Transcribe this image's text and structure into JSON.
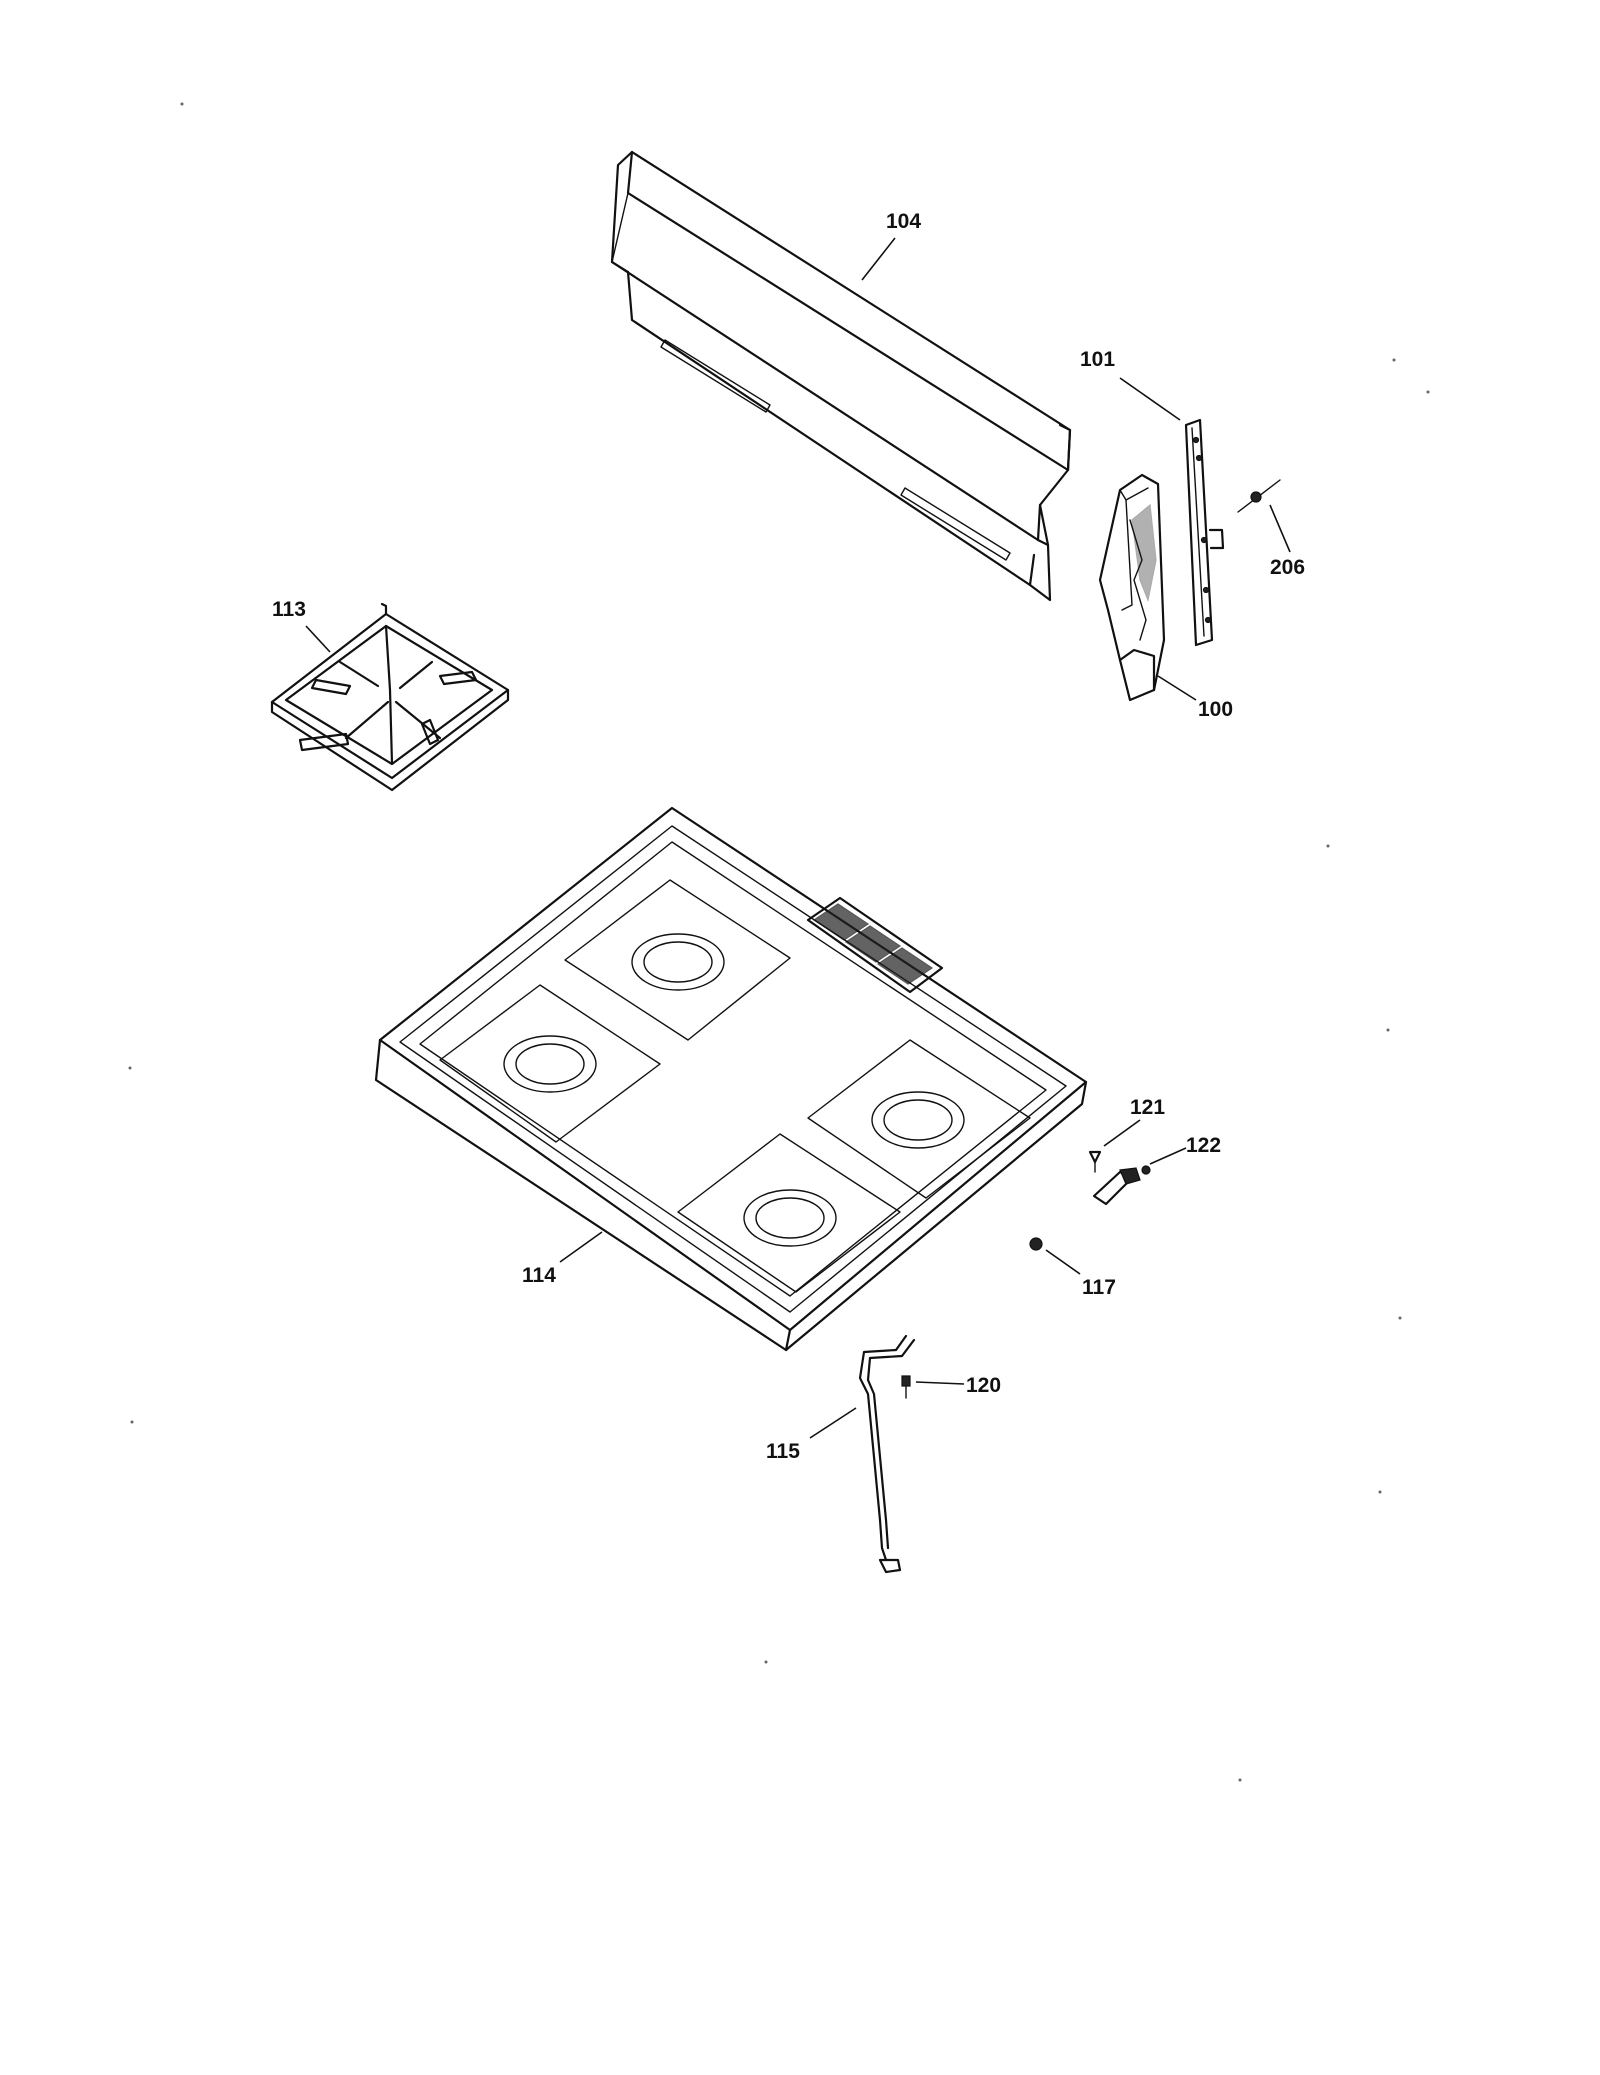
{
  "callouts": {
    "p104": "104",
    "p101": "101",
    "p206": "206",
    "p113": "113",
    "p100": "100",
    "p121": "121",
    "p122": "122",
    "p114": "114",
    "p117": "117",
    "p120": "120",
    "p115": "115"
  },
  "parts": [
    {
      "callout": "100",
      "icon": "end-cap-bracket-icon"
    },
    {
      "callout": "101",
      "icon": "side-trim-strip-icon"
    },
    {
      "callout": "104",
      "icon": "backguard-panel-icon"
    },
    {
      "callout": "113",
      "icon": "burner-grate-icon"
    },
    {
      "callout": "114",
      "icon": "cooktop-maintop-icon"
    },
    {
      "callout": "115",
      "icon": "rod-icon"
    },
    {
      "callout": "117",
      "icon": "nut-icon"
    },
    {
      "callout": "120",
      "icon": "screw-icon"
    },
    {
      "callout": "121",
      "icon": "screw-icon"
    },
    {
      "callout": "122",
      "icon": "clip-icon"
    },
    {
      "callout": "206",
      "icon": "screw-icon"
    }
  ],
  "colors": {
    "ink": "#111111",
    "paper": "#ffffff"
  }
}
